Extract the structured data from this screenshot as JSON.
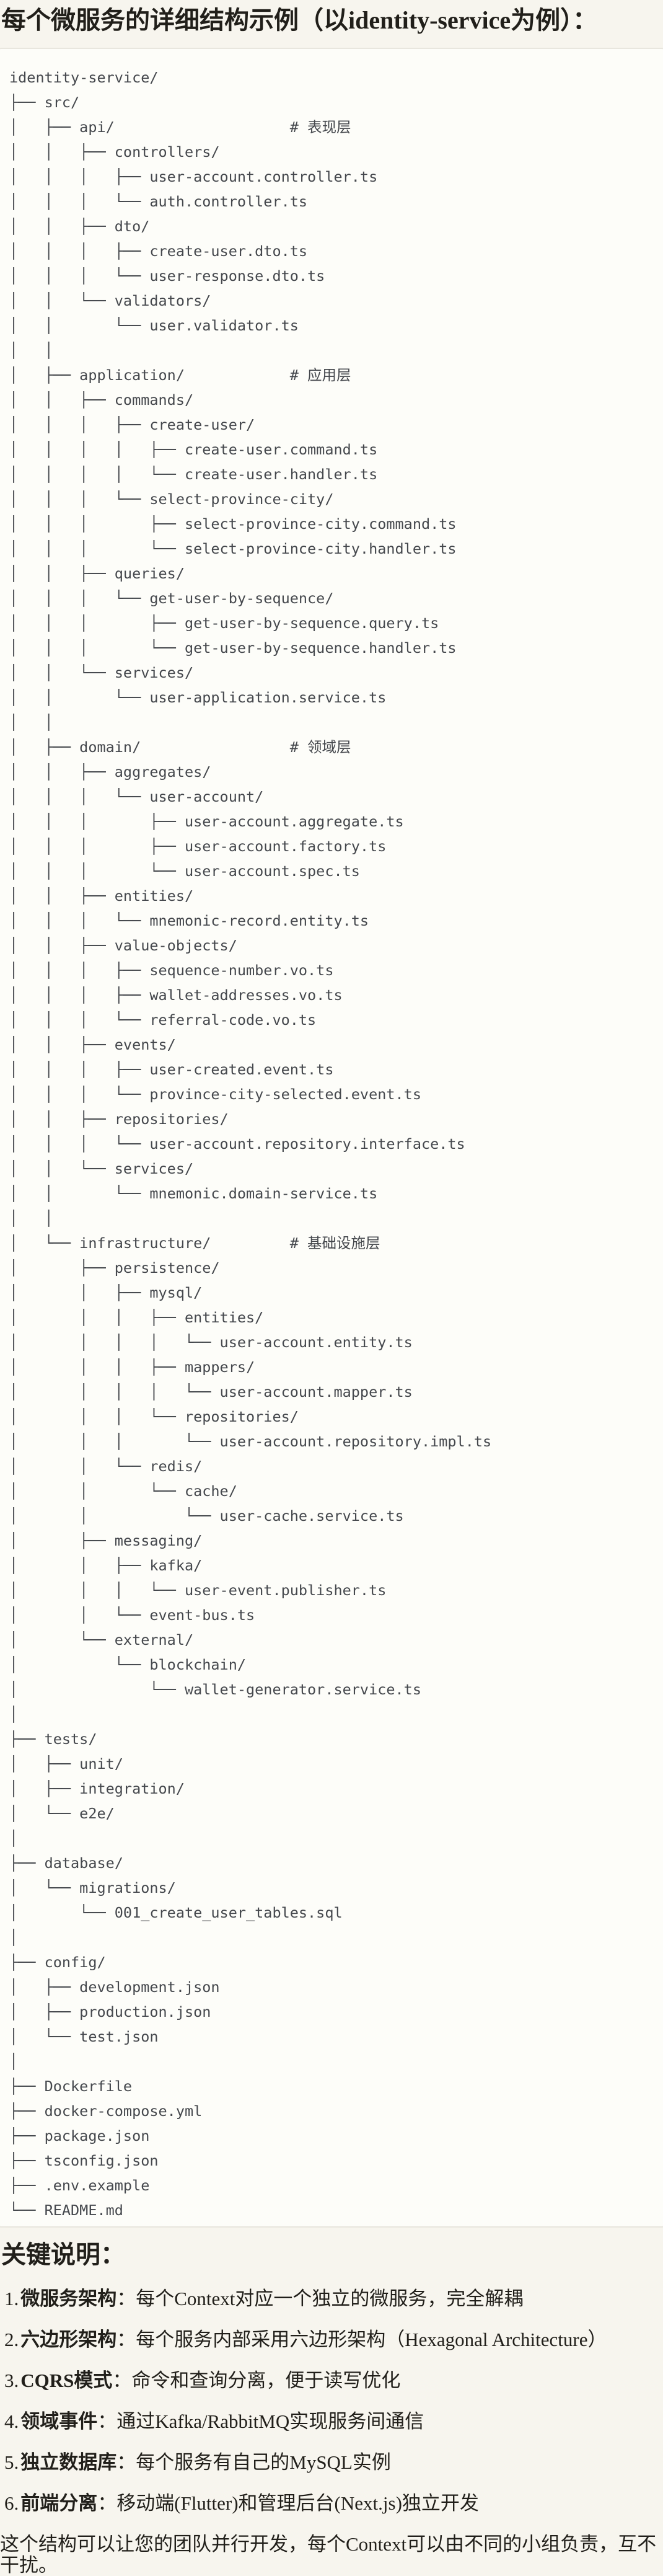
{
  "page": {
    "title": "每个微服务的详细结构示例（以identity-service为例）：",
    "background": "#f7f5ee",
    "text_color": "#211f1a"
  },
  "code_block": {
    "background": "#fdfdf9",
    "border_color": "#e8e6de",
    "text_color": "#45484d",
    "comments": [
      "# 表现层",
      "# 应用层",
      "# 领域层",
      "# 基础设施层"
    ],
    "lines": [
      "identity-service/",
      "├── src/",
      "│   ├── api/                    # 表现层",
      "│   │   ├── controllers/",
      "│   │   │   ├── user-account.controller.ts",
      "│   │   │   └── auth.controller.ts",
      "│   │   ├── dto/",
      "│   │   │   ├── create-user.dto.ts",
      "│   │   │   └── user-response.dto.ts",
      "│   │   └── validators/",
      "│   │       └── user.validator.ts",
      "│   │",
      "│   ├── application/            # 应用层",
      "│   │   ├── commands/",
      "│   │   │   ├── create-user/",
      "│   │   │   │   ├── create-user.command.ts",
      "│   │   │   │   └── create-user.handler.ts",
      "│   │   │   └── select-province-city/",
      "│   │   │       ├── select-province-city.command.ts",
      "│   │   │       └── select-province-city.handler.ts",
      "│   │   ├── queries/",
      "│   │   │   └── get-user-by-sequence/",
      "│   │   │       ├── get-user-by-sequence.query.ts",
      "│   │   │       └── get-user-by-sequence.handler.ts",
      "│   │   └── services/",
      "│   │       └── user-application.service.ts",
      "│   │",
      "│   ├── domain/                 # 领域层",
      "│   │   ├── aggregates/",
      "│   │   │   └── user-account/",
      "│   │   │       ├── user-account.aggregate.ts",
      "│   │   │       ├── user-account.factory.ts",
      "│   │   │       └── user-account.spec.ts",
      "│   │   ├── entities/",
      "│   │   │   └── mnemonic-record.entity.ts",
      "│   │   ├── value-objects/",
      "│   │   │   ├── sequence-number.vo.ts",
      "│   │   │   ├── wallet-addresses.vo.ts",
      "│   │   │   └── referral-code.vo.ts",
      "│   │   ├── events/",
      "│   │   │   ├── user-created.event.ts",
      "│   │   │   └── province-city-selected.event.ts",
      "│   │   ├── repositories/",
      "│   │   │   └── user-account.repository.interface.ts",
      "│   │   └── services/",
      "│   │       └── mnemonic.domain-service.ts",
      "│   │",
      "│   └── infrastructure/         # 基础设施层",
      "│       ├── persistence/",
      "│       │   ├── mysql/",
      "│       │   │   ├── entities/",
      "│       │   │   │   └── user-account.entity.ts",
      "│       │   │   ├── mappers/",
      "│       │   │   │   └── user-account.mapper.ts",
      "│       │   │   └── repositories/",
      "│       │   │       └── user-account.repository.impl.ts",
      "│       │   └── redis/",
      "│       │       └── cache/",
      "│       │           └── user-cache.service.ts",
      "│       ├── messaging/",
      "│       │   ├── kafka/",
      "│       │   │   └── user-event.publisher.ts",
      "│       │   └── event-bus.ts",
      "│       └── external/",
      "│           └── blockchain/",
      "│               └── wallet-generator.service.ts",
      "│",
      "├── tests/",
      "│   ├── unit/",
      "│   ├── integration/",
      "│   └── e2e/",
      "│",
      "├── database/",
      "│   └── migrations/",
      "│       └── 001_create_user_tables.sql",
      "│",
      "├── config/",
      "│   ├── development.json",
      "│   ├── production.json",
      "│   └── test.json",
      "│",
      "├── Dockerfile",
      "├── docker-compose.yml",
      "├── package.json",
      "├── tsconfig.json",
      "├── .env.example",
      "└── README.md"
    ]
  },
  "notes": {
    "heading": "关键说明：",
    "items": [
      {
        "num": "1.",
        "term": "微服务架构",
        "desc": "：每个Context对应一个独立的微服务，完全解耦"
      },
      {
        "num": "2.",
        "term": "六边形架构",
        "desc": "：每个服务内部采用六边形架构（Hexagonal Architecture）"
      },
      {
        "num": "3.",
        "term": "CQRS模式",
        "desc": "：命令和查询分离，便于读写优化"
      },
      {
        "num": "4.",
        "term": "领域事件",
        "desc": "：通过Kafka/RabbitMQ实现服务间通信"
      },
      {
        "num": "5.",
        "term": "独立数据库",
        "desc": "：每个服务有自己的MySQL实例"
      },
      {
        "num": "6.",
        "term": "前端分离",
        "desc": "：移动端(Flutter)和管理后台(Next.js)独立开发"
      }
    ],
    "footer": "这个结构可以让您的团队并行开发，每个Context可以由不同的小组负责，互不干扰。"
  }
}
